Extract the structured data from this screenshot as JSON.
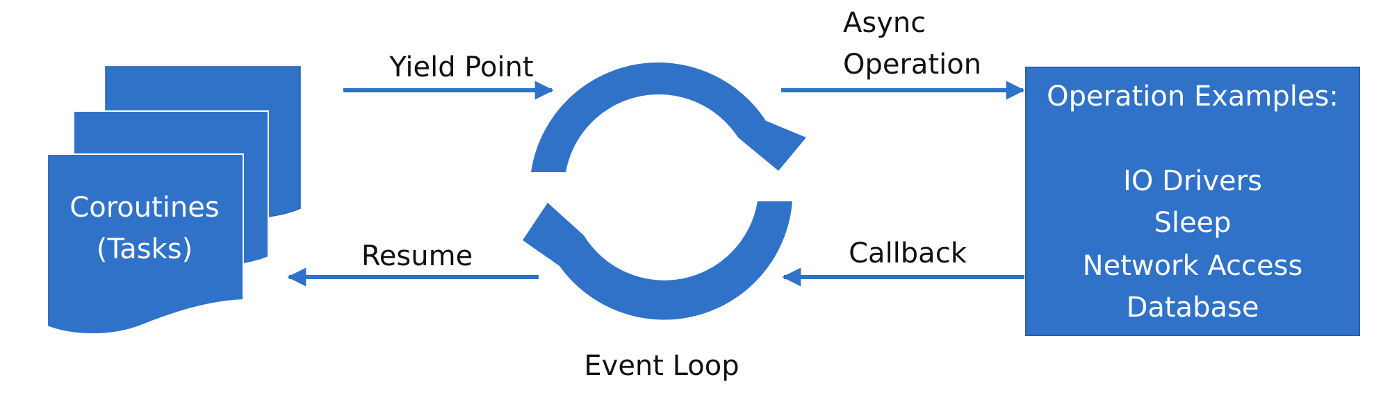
{
  "colors": {
    "accent": "#2F72C8",
    "border": "#2A5FA8",
    "text": "#111111",
    "inverse_text": "#FFFFFF"
  },
  "coroutines": {
    "line1": "Coroutines",
    "line2": "(Tasks)"
  },
  "labels": {
    "yield_point": "Yield Point",
    "async_line1": "Async",
    "async_line2": "Operation",
    "resume": "Resume",
    "callback": "Callback",
    "event_loop": "Event Loop"
  },
  "operations": {
    "heading": "Operation Examples:",
    "items": [
      "IO Drivers",
      "Sleep",
      "Network Access",
      "Database"
    ]
  }
}
